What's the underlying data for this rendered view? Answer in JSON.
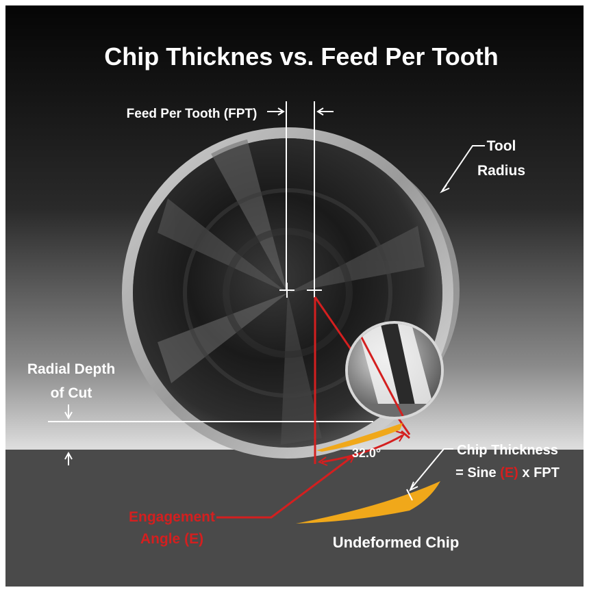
{
  "title": "Chip Thicknes vs. Feed Per Tooth",
  "labels": {
    "fpt": "Feed Per Tooth (FPT)",
    "tool_radius_1": "Tool",
    "tool_radius_2": "Radius",
    "radial_depth_1": "Radial Depth",
    "radial_depth_2": "of Cut",
    "angle": "32.0°",
    "engagement_1": "Engagement",
    "engagement_2": "Angle (E)",
    "chip_thickness_1": "Chip Thickness",
    "chip_thickness_eq_pre": "= Sine ",
    "chip_thickness_eq_var": "(E)",
    "chip_thickness_eq_post": " x FPT",
    "undeformed_chip": "Undeformed Chip"
  },
  "colors": {
    "accent_red": "#d41f1f",
    "chip_orange": "#f0a81a",
    "workpiece": "#4a4a4a",
    "frame": "#ffffff"
  }
}
